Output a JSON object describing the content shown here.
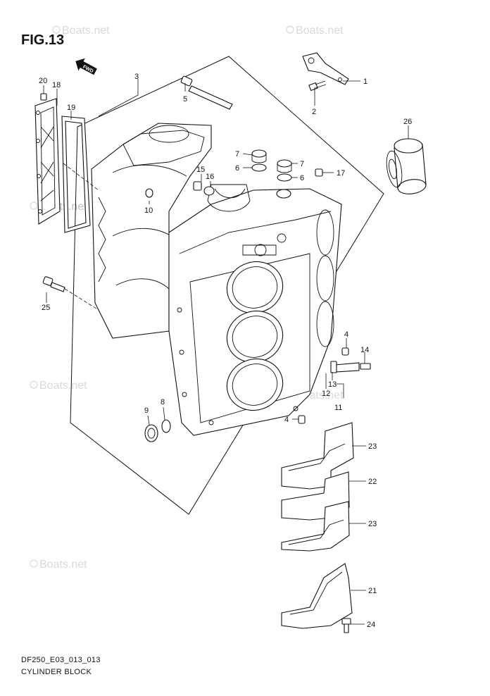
{
  "figure": {
    "title": "FIG.13",
    "fwd_label": "FWD",
    "footer_code": "DF250_E03_013_013",
    "footer_name": "CYLINDER BLOCK"
  },
  "watermarks": [
    "Boats.net",
    "Boats.net",
    "Boats.net",
    "Boats.net",
    "Boats.net",
    "Boats.net"
  ],
  "callouts": [
    "1",
    "2",
    "3",
    "4",
    "4",
    "5",
    "6",
    "6",
    "7",
    "7",
    "8",
    "9",
    "10",
    "11",
    "12",
    "13",
    "14",
    "15",
    "16",
    "17",
    "18",
    "19",
    "20",
    "21",
    "22",
    "23",
    "23",
    "24",
    "25",
    "26"
  ]
}
